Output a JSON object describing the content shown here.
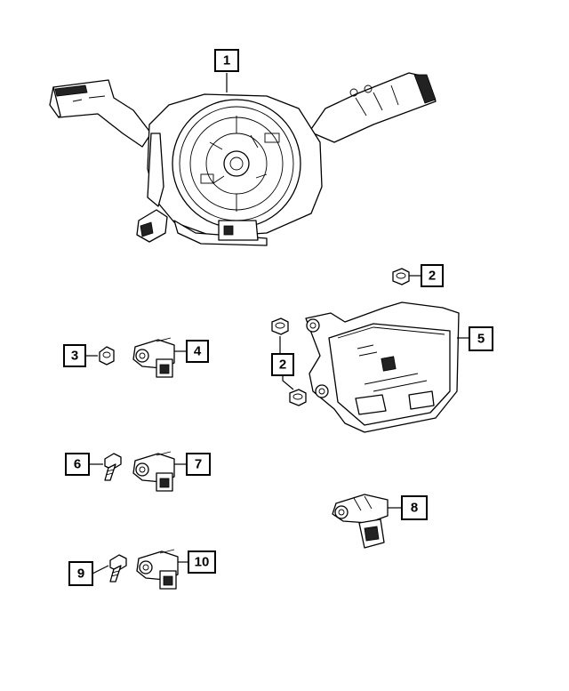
{
  "callouts": [
    {
      "id": "c1",
      "label": "1"
    },
    {
      "id": "c2a",
      "label": "2"
    },
    {
      "id": "c2b",
      "label": "2"
    },
    {
      "id": "c3",
      "label": "3"
    },
    {
      "id": "c4",
      "label": "4"
    },
    {
      "id": "c5",
      "label": "5"
    },
    {
      "id": "c6",
      "label": "6"
    },
    {
      "id": "c7",
      "label": "7"
    },
    {
      "id": "c8",
      "label": "8"
    },
    {
      "id": "c9",
      "label": "9"
    },
    {
      "id": "c10",
      "label": "10"
    }
  ]
}
